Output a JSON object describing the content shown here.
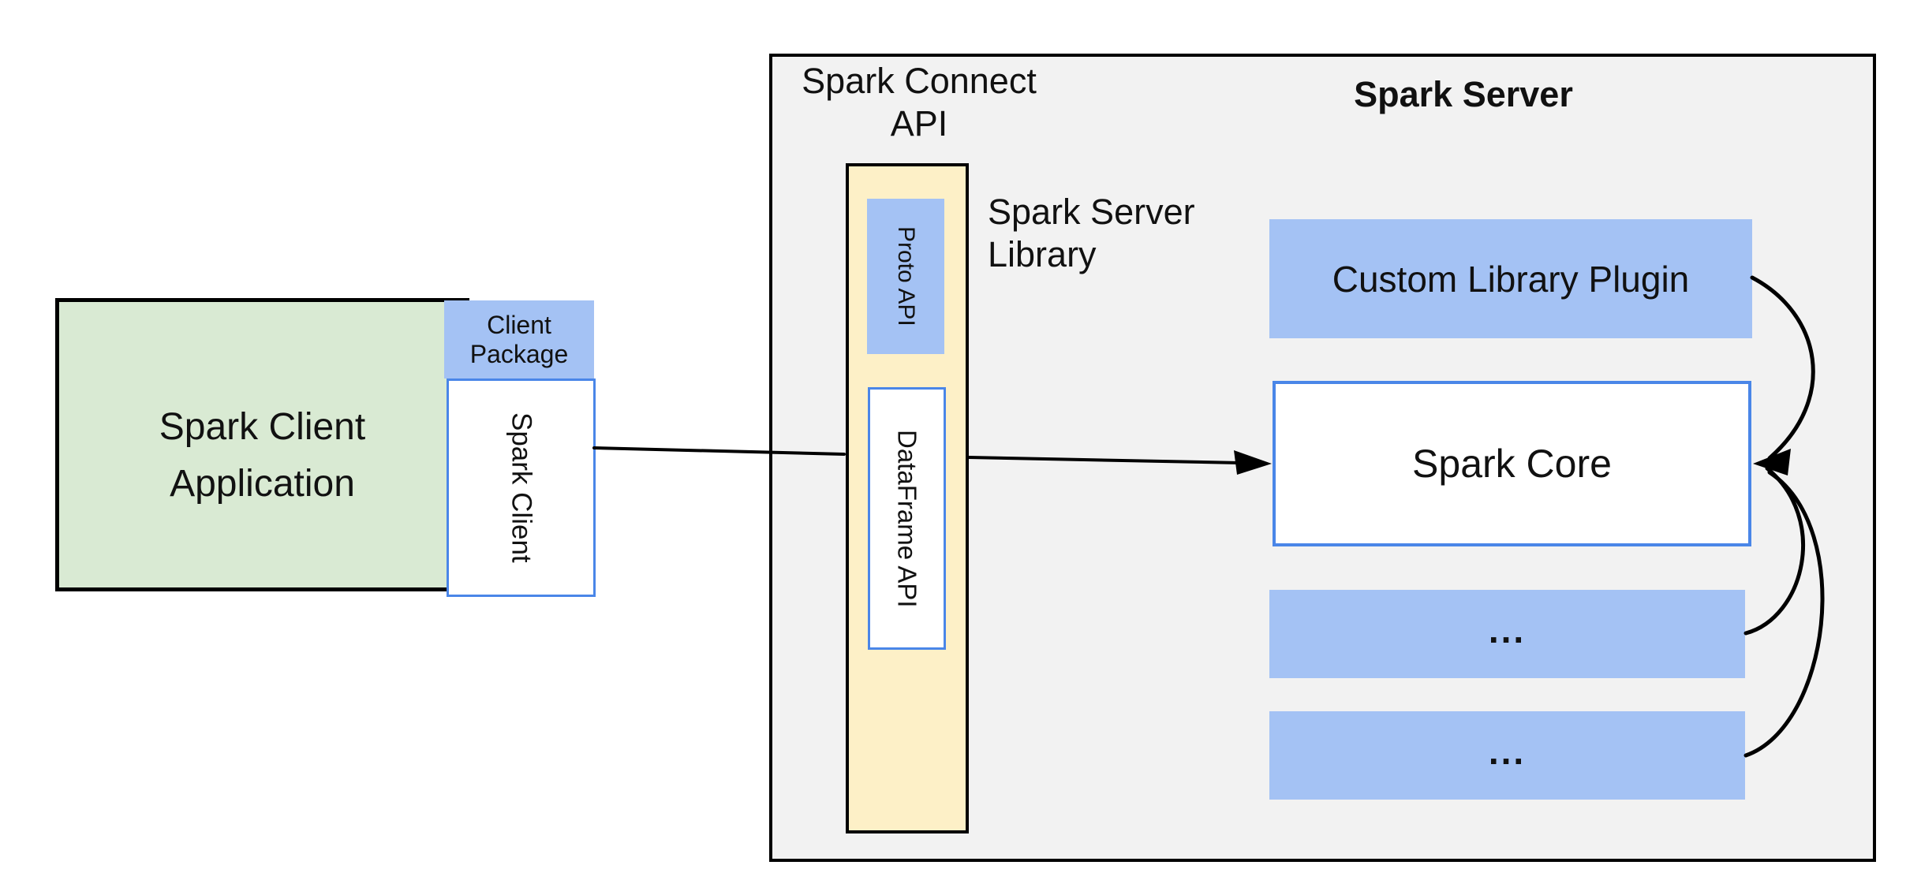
{
  "diagram": {
    "title_area": {
      "connect_api_label": "Spark Connect\nAPI",
      "server_title": "Spark Server",
      "server_library_label": "Spark Server\nLibrary"
    },
    "client": {
      "application_label": "Spark Client\nApplication",
      "package_label": "Client\nPackage",
      "spark_client_label": "Spark Client"
    },
    "connect_column": {
      "proto_api_label": "Proto API",
      "dataframe_api_label": "DataFrame API"
    },
    "server": {
      "custom_plugin_label": "Custom Library Plugin",
      "spark_core_label": "Spark Core",
      "more_1_label": "...",
      "more_2_label": "..."
    },
    "colors": {
      "box_blue": "#a4c2f4",
      "box_green": "#d9ead3",
      "box_yellow": "#fdf0c7",
      "panel_gray": "#f2f2f2",
      "accent_border_blue": "#4a86e8",
      "line_black": "#000000",
      "text_black": "#111111"
    }
  }
}
